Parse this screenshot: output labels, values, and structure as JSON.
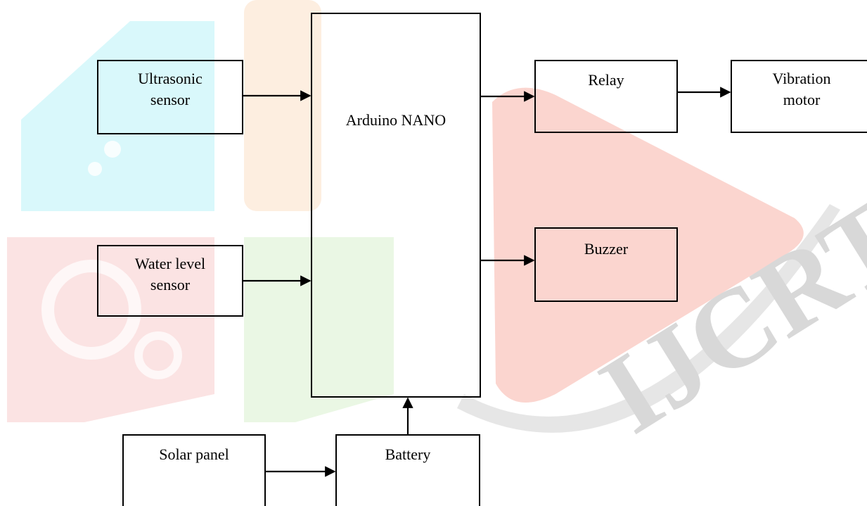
{
  "diagram": {
    "blocks": {
      "ultrasonic": "Ultrasonic\nsensor",
      "water_level": "Water level\nsensor",
      "arduino": "Arduino NANO",
      "relay": "Relay",
      "vibration": "Vibration\nmotor",
      "buzzer": "Buzzer",
      "solar": "Solar panel",
      "battery": "Battery"
    }
  },
  "watermark": {
    "text": "IJCRT",
    "colors": {
      "cyan": "#d9f8fb",
      "orange": "#fdeee0",
      "pink": "#fbe3e3",
      "green": "#eaf7e4",
      "red": "#fbd5cf",
      "gray": "#ececec"
    }
  },
  "colors": {
    "stroke": "#000000",
    "background": "#ffffff"
  }
}
